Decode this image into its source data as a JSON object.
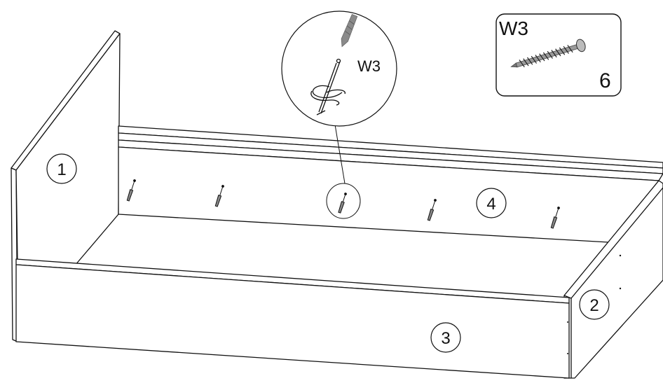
{
  "parts": {
    "p1": "1",
    "p2": "2",
    "p3": "3",
    "p4": "4"
  },
  "detail": {
    "label": "W3"
  },
  "hardware": {
    "code": "W3",
    "quantity": "6",
    "item": "screw"
  },
  "screws_in_panel_4": 5,
  "colors": {
    "line": "#111111",
    "panel_fill": "#ffffff",
    "screw_shade": "#8a8a8a"
  }
}
